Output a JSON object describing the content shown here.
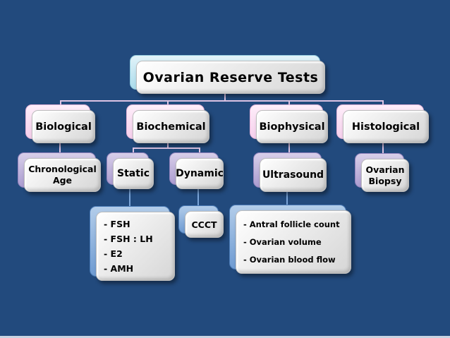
{
  "diagram_title": "Ovarian Reserve Tests",
  "nodes": {
    "title": "Ovarian Reserve Tests",
    "biological": "Biological",
    "biochemical": "Biochemical",
    "biophysical": "Biophysical",
    "histological": "Histological",
    "chronological_age": "Chronological Age",
    "static": "Static",
    "dynamic": "Dynamic",
    "ultrasound": "Ultrasound",
    "ovarian_biopsy": "Ovarian Biopsy",
    "ccct": "CCCT"
  },
  "lists": {
    "static_tests": [
      "- FSH",
      "- FSH : LH",
      "- E2",
      "- AMH"
    ],
    "ultrasound_tests": [
      "- Antral follicle count",
      "- Ovarian volume",
      "- Ovarian blood flow"
    ]
  },
  "hierarchy": {
    "root": "Ovarian Reserve Tests",
    "branches": [
      {
        "label": "Biological",
        "children": [
          "Chronological Age"
        ]
      },
      {
        "label": "Biochemical",
        "children": [
          "Static",
          "Dynamic"
        ]
      },
      {
        "label": "Biophysical",
        "children": [
          "Ultrasound"
        ]
      },
      {
        "label": "Histological",
        "children": [
          "Ovarian Biopsy"
        ]
      }
    ],
    "leaves": {
      "Static": [
        "- FSH",
        "- FSH : LH",
        "- E2",
        "- AMH"
      ],
      "Dynamic": [
        "CCCT"
      ],
      "Ultrasound": [
        "- Antral follicle count",
        "- Ovarian volume",
        "- Ovarian blood flow"
      ]
    }
  },
  "colors": {
    "background": "#224a7d",
    "box_face": "#e8e8e8",
    "shadow_title": "#aadcec",
    "shadow_level2": "#f6cfec",
    "shadow_level3": "#ab9cd0",
    "shadow_leaf": "#6e9bd2",
    "connector_upper": "#ddc4e4",
    "connector_lower": "#7aa4d8",
    "footer_strip": "#c9d4e2",
    "text": "#000000"
  }
}
